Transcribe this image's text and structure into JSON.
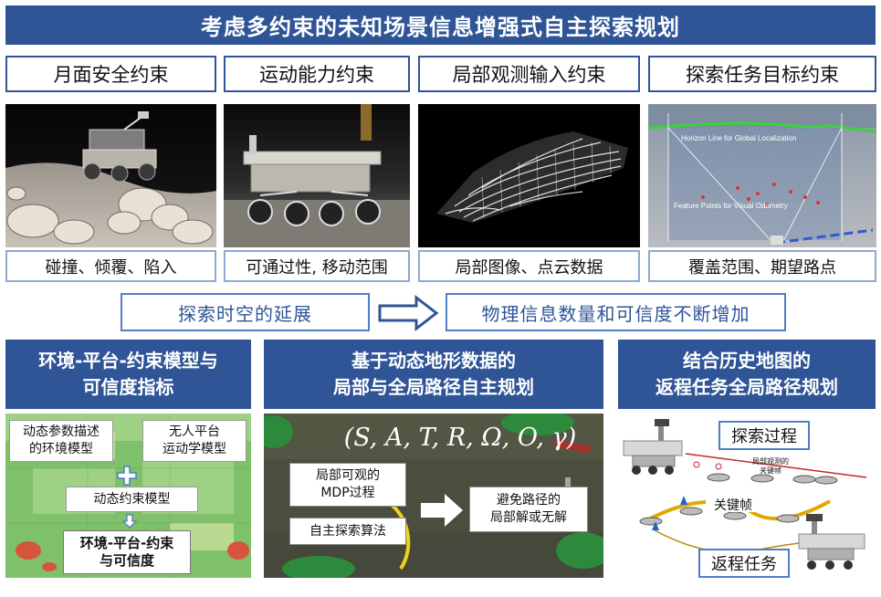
{
  "title": "考虑多约束的未知场景信息增强式自主探索规划",
  "constraints": [
    {
      "title": "月面安全约束",
      "caption": "碰撞、倾覆、陷入"
    },
    {
      "title": "运动能力约束",
      "caption": "可通过性, 移动范围"
    },
    {
      "title": "局部观测输入约束",
      "caption": "局部图像、点云数据"
    },
    {
      "title": "探索任务目标约束",
      "caption": "覆盖范围、期望路点"
    }
  ],
  "image_labels": {
    "horizon": "Horizon Line for Global Localization",
    "features": "Feature Points for Visual Odometry"
  },
  "flow": {
    "left": "探索时空的延展",
    "right": "物理信息数量和可信度不断增加"
  },
  "sections": [
    {
      "title_line1": "环境-平台-约束模型与",
      "title_line2": "可信度指标"
    },
    {
      "title_line1": "基于动态地形数据的",
      "title_line2": "局部与全局路径自主规划"
    },
    {
      "title_line1": "结合历史地图的",
      "title_line2": "返程任务全局路径规划"
    }
  ],
  "panel1": {
    "env_line1": "动态参数描述",
    "env_line2": "的环境模型",
    "plat_line1": "无人平台",
    "plat_line2": "运动学模型",
    "dyn": "动态约束模型",
    "out_line1": "环境-平台-约束",
    "out_line2": "与可信度"
  },
  "panel2": {
    "tuple": "(S, A, T, R, Ω, O, γ)",
    "mdp_line1": "局部可观的",
    "mdp_line2": "MDP过程",
    "algo": "自主探索算法",
    "res_line1": "避免路径的",
    "res_line2": "局部解或无解"
  },
  "panel3": {
    "explore": "探索过程",
    "obs_line1": "局部观测的",
    "obs_line2": "关键帧",
    "keyframe": "关键帧",
    "return": "返程任务"
  }
}
